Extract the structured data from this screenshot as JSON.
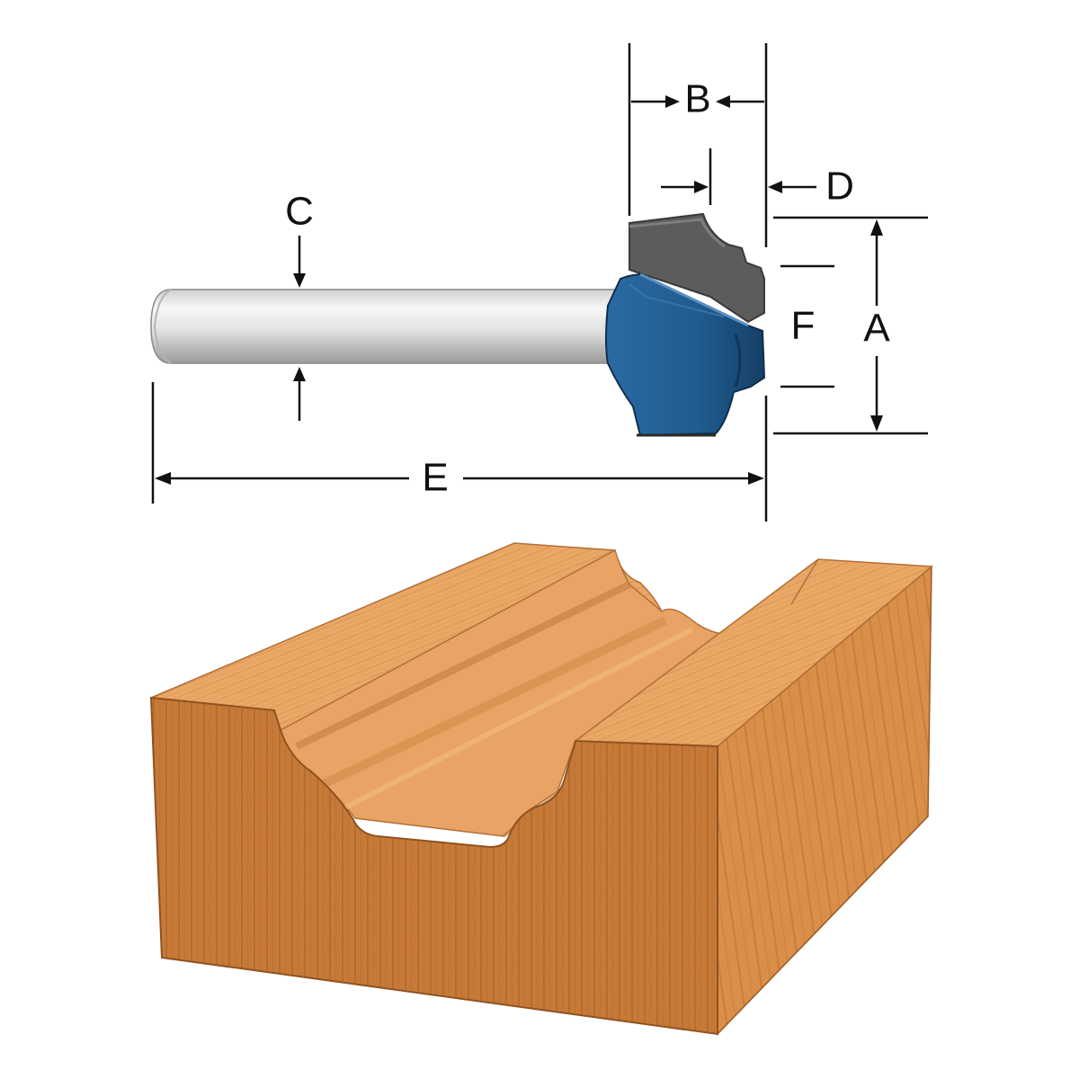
{
  "colors": {
    "background": "#ffffff",
    "line": "#111111",
    "shank_light": "#f2f2f2",
    "shank_mid": "#cfcfcf",
    "shank_dark": "#8e8e8e",
    "carbide": "#5a5a5a",
    "carbide_light": "#7a7a7a",
    "bit_body": "#1f5b8e",
    "bit_body_dark": "#123a60",
    "wood_top": "#eaa765",
    "wood_face": "#c77a38",
    "wood_side": "#d98e49",
    "wood_grain": "#a85f26"
  },
  "icons": {
    "router_bit": "router-bit-icon",
    "wood_block": "wood-block-icon"
  },
  "labels": {
    "A": "A",
    "B": "B",
    "C": "C",
    "D": "D",
    "E": "E",
    "F": "F"
  }
}
